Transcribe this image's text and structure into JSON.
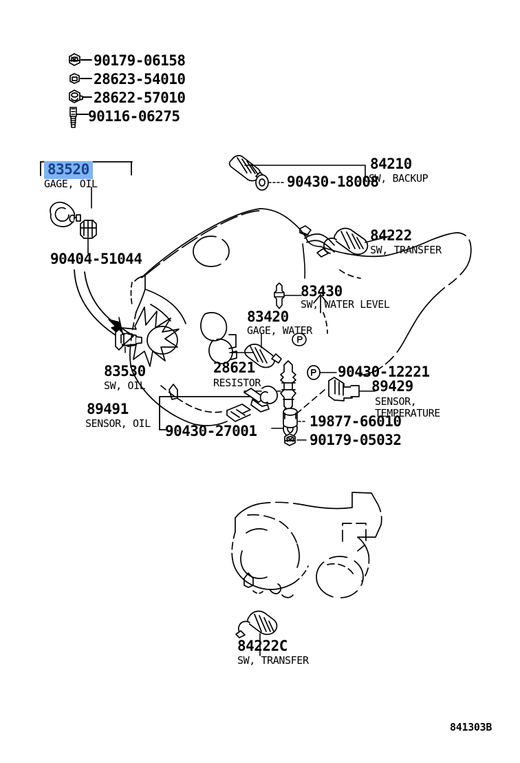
{
  "figure": {
    "code": "841303B",
    "highlight_color": "#7db4f2",
    "highlight_text_color": "#1b3f8f",
    "line_color": "#000000"
  },
  "legend": {
    "items": [
      {
        "icon": "nut-icon",
        "part_number": "90179-06158"
      },
      {
        "icon": "plug-icon",
        "part_number": "28623-54010"
      },
      {
        "icon": "nut-icon",
        "part_number": "28622-57010"
      },
      {
        "icon": "bolt-icon",
        "part_number": "90116-06275"
      }
    ]
  },
  "callouts": [
    {
      "id": "c83520",
      "part_number": "83520",
      "description": "GAGE, OIL",
      "highlighted": true
    },
    {
      "id": "c90404",
      "part_number": "90404-51044",
      "description": "",
      "highlighted": false
    },
    {
      "id": "c90430a",
      "part_number": "90430-18008",
      "description": "",
      "highlighted": false
    },
    {
      "id": "c84210",
      "part_number": "84210",
      "description": "SW, BACKUP",
      "highlighted": false
    },
    {
      "id": "c84222",
      "part_number": "84222",
      "description": "SW, TRANSFER",
      "highlighted": false
    },
    {
      "id": "c83430",
      "part_number": "83430",
      "description": "SW, WATER LEVEL",
      "highlighted": false
    },
    {
      "id": "c83420",
      "part_number": "83420",
      "description": "GAGE, WATER",
      "highlighted": false
    },
    {
      "id": "c83530",
      "part_number": "83530",
      "description": "SW, OIL",
      "highlighted": false
    },
    {
      "id": "c89491",
      "part_number": "89491",
      "description": "SENSOR, OIL",
      "highlighted": false
    },
    {
      "id": "c28621",
      "part_number": "28621",
      "description": "RESISTOR",
      "highlighted": false
    },
    {
      "id": "c90430b",
      "part_number": "90430-27001",
      "description": "",
      "highlighted": false
    },
    {
      "id": "c90430c",
      "part_number": "90430-12221",
      "description": "",
      "highlighted": false
    },
    {
      "id": "c89429",
      "part_number": "89429",
      "description_line1": "SENSOR,",
      "description_line2": "TEMPERATURE",
      "highlighted": false
    },
    {
      "id": "c19877",
      "part_number": "19877-66010",
      "description": "",
      "highlighted": false
    },
    {
      "id": "c90179",
      "part_number": "90179-05032",
      "description": "",
      "highlighted": false
    },
    {
      "id": "c84222c",
      "part_number": "84222C",
      "description": "SW, TRANSFER",
      "highlighted": false
    }
  ]
}
